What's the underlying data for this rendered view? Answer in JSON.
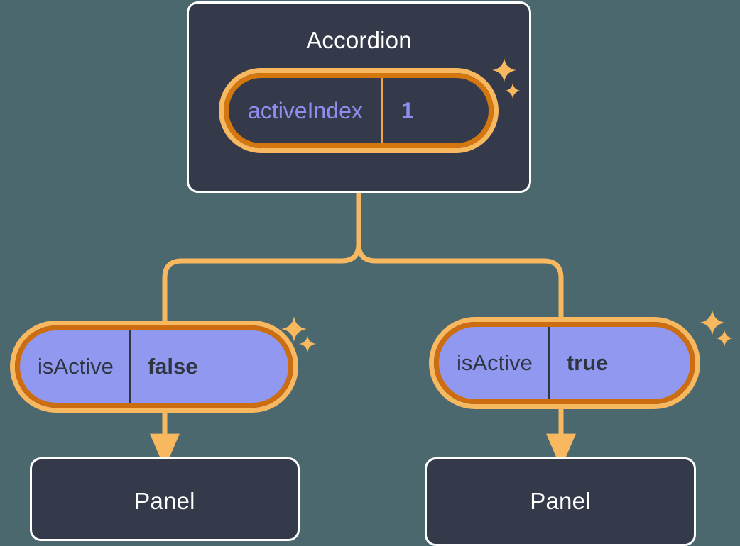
{
  "diagram": {
    "type": "component-tree",
    "background_color": "#4c686f",
    "accent_color": "#f7b860",
    "nodes": {
      "root": {
        "title": "Accordion",
        "state": {
          "key": "activeIndex",
          "value": "1"
        }
      },
      "branch_left": {
        "state": {
          "key": "isActive",
          "value": "false"
        },
        "child_title": "Panel"
      },
      "branch_right": {
        "state": {
          "key": "isActive",
          "value": "true"
        },
        "child_title": "Panel"
      }
    },
    "icons": {
      "sparkle": "sparkle-icon"
    }
  }
}
